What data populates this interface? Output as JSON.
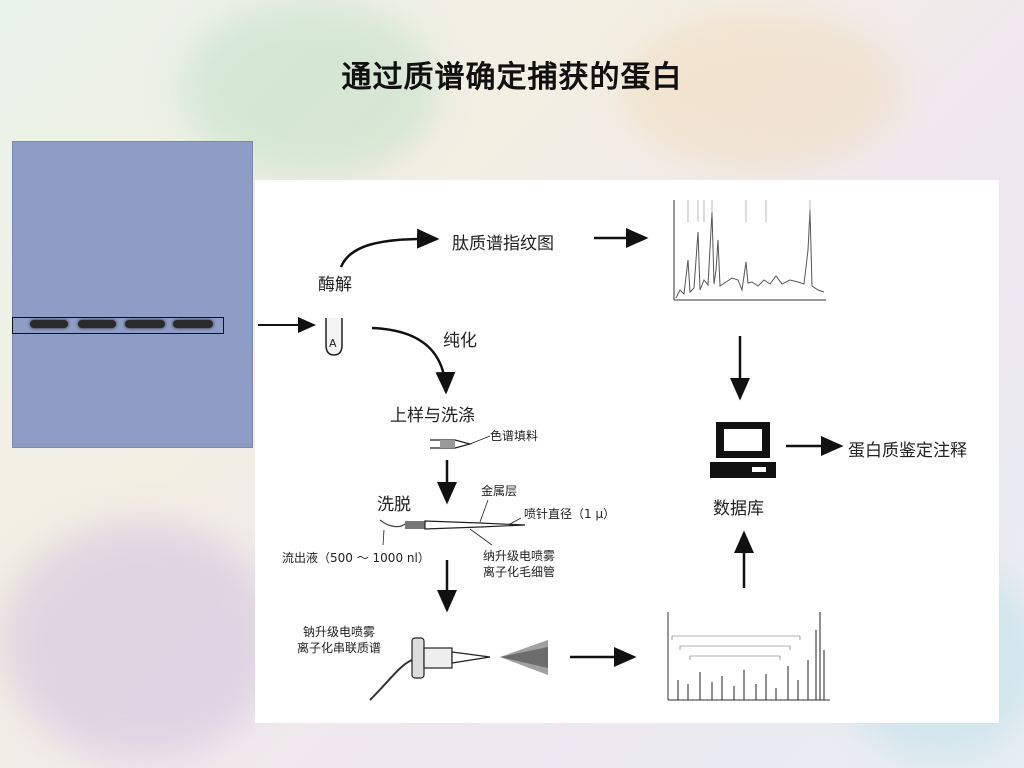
{
  "slide": {
    "title": "通过质谱确定捕获的蛋白"
  },
  "diagram": {
    "enzymolysis": "酶解",
    "pmf": "肽质谱指纹图",
    "purification": "纯化",
    "load_wash": "上样与洗涤",
    "chrom_packing": "色谱填料",
    "elution": "洗脱",
    "metal_layer": "金属层",
    "nozzle_diameter": "喷针直径（1 μ）",
    "effluent": "流出液（500 ～ 1000 nl）",
    "nano_esi_capillary_1": "纳升级电喷雾",
    "nano_esi_capillary_2": "离子化毛细管",
    "nano_esi_msms_1": "钠升级电喷雾",
    "nano_esi_msms_2": "离子化串联质谱",
    "database": "数据库",
    "protein_id": "蛋白质鉴定注释"
  },
  "colors": {
    "gel_background": "#8e9dc6",
    "band": "#2a2a2a",
    "arrow": "#111111"
  }
}
